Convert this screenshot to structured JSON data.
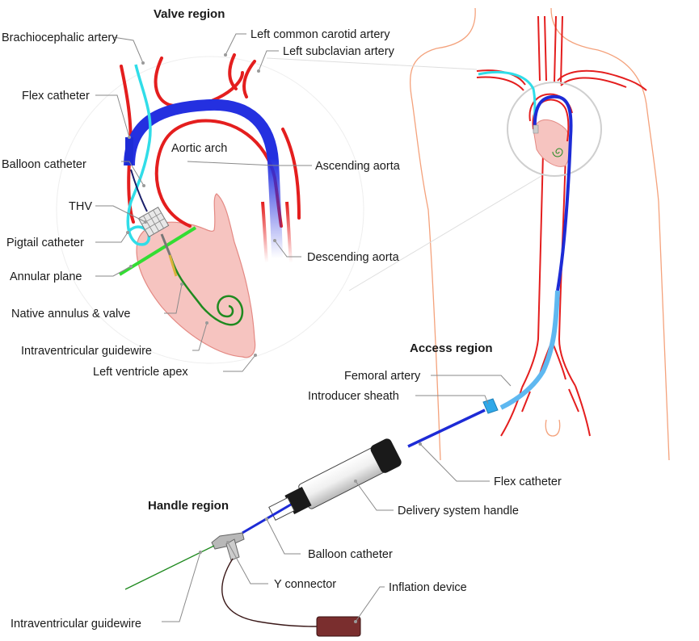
{
  "regions": {
    "valve": "Valve region",
    "access": "Access region",
    "handle": "Handle region"
  },
  "labels": {
    "brachiocephalic": "Brachiocephalic artery",
    "left_common_carotid": "Left common carotid artery",
    "left_subclavian": "Left subclavian artery",
    "flex_catheter_top": "Flex catheter",
    "aortic_arch": "Aortic arch",
    "balloon_catheter_top": "Balloon catheter",
    "ascending_aorta": "Ascending aorta",
    "thv": "THV",
    "pigtail_catheter": "Pigtail catheter",
    "descending_aorta": "Descending aorta",
    "annular_plane": "Annular plane",
    "native_annulus": "Native annulus & valve",
    "guidewire_top": "Intraventricular guidewire",
    "lv_apex": "Left ventricle apex",
    "femoral_artery": "Femoral artery",
    "introducer_sheath": "Introducer sheath",
    "flex_catheter_bottom": "Flex catheter",
    "delivery_handle": "Delivery system handle",
    "balloon_catheter_bottom": "Balloon catheter",
    "y_connector": "Y connector",
    "inflation_device": "Inflation device",
    "guidewire_bottom": "Intraventricular guidewire"
  },
  "colors": {
    "artery": "#e41e1e",
    "delivery_catheter": "#1d2bd6",
    "flex_catheter": "#30dde8",
    "heart_fill": "#f6c4c0",
    "guidewire": "#1f8a1f",
    "annular_plane": "#33dd33",
    "body_outline": "#f4a27c",
    "handle_dark": "#1a1a1a",
    "sheath": "#2fa8e8",
    "inflation_device": "#7a2e2e"
  }
}
